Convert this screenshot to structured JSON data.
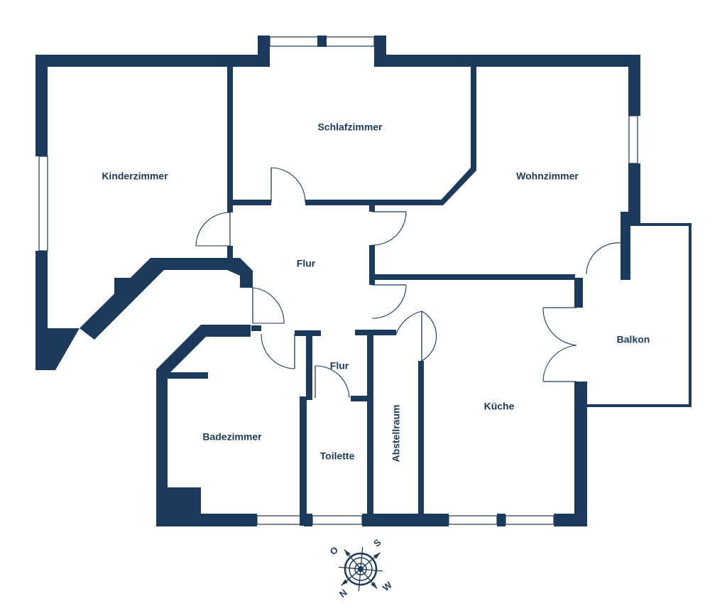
{
  "colors": {
    "wall": "#1b3a5c",
    "label": "#1b3a5c",
    "background": "#ffffff"
  },
  "rooms": {
    "kinderzimmer": "Kinderzimmer",
    "schlafzimmer": "Schlafzimmer",
    "wohnzimmer": "Wohnzimmer",
    "flur_main": "Flur",
    "flur_small": "Flur",
    "balkon": "Balkon",
    "kueche": "Küche",
    "badezimmer": "Badezimmer",
    "toilette": "Toilette",
    "abstellraum": "Abstellraum"
  },
  "compass": {
    "north": "N",
    "east": "O",
    "south": "S",
    "west": "W",
    "icon": "compass-rose-icon"
  }
}
